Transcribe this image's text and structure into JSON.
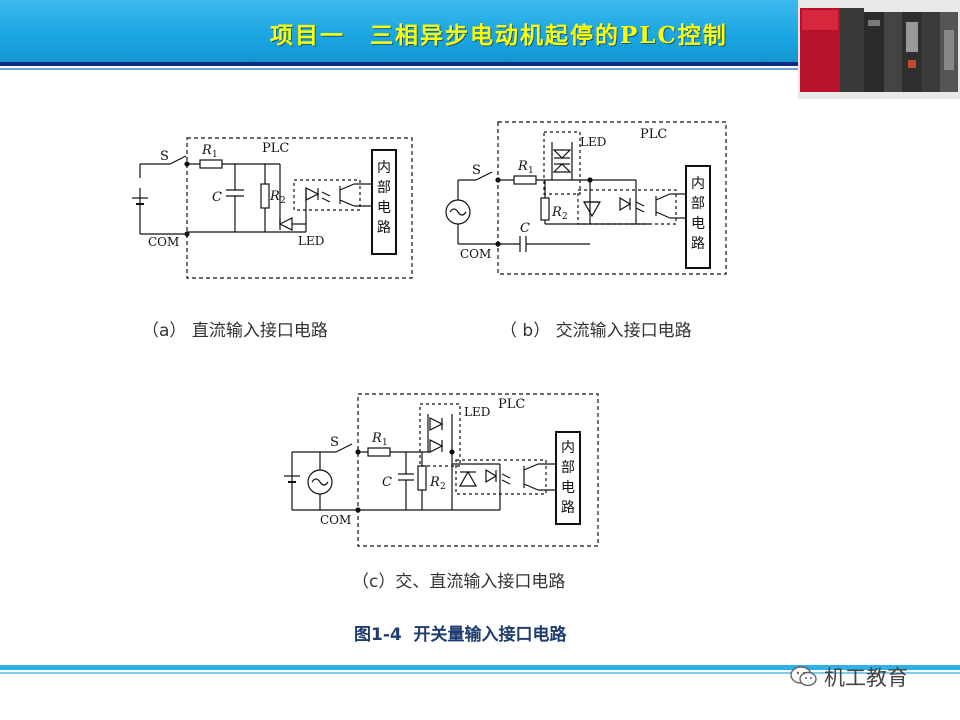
{
  "header": {
    "title": "项目一　三相异步电动机起停的PLC控制"
  },
  "circuits": {
    "a": {
      "caption": "（a） 直流输入接口电路",
      "plc": "PLC",
      "switch": "S",
      "r1": "R",
      "r1_sub": "1",
      "r2": "R",
      "r2_sub": "2",
      "cap": "C",
      "led": "LED",
      "com": "COM",
      "internal": [
        "内",
        "部",
        "电",
        "路"
      ]
    },
    "b": {
      "caption": "（ b） 交流输入接口电路",
      "plc": "PLC",
      "switch": "S",
      "r1": "R",
      "r1_sub": "1",
      "r2": "R",
      "r2_sub": "2",
      "cap": "C",
      "led": "LED",
      "com": "COM",
      "internal": [
        "内",
        "部",
        "电",
        "路"
      ]
    },
    "c": {
      "caption": "（c）交、直流输入接口电路",
      "plc": "PLC",
      "switch": "S",
      "r1": "R",
      "r1_sub": "1",
      "r2": "R",
      "r2_sub": "2",
      "cap": "C",
      "led": "LED",
      "com": "COM",
      "internal": [
        "内",
        "部",
        "电",
        "路"
      ]
    }
  },
  "figure": {
    "title": "图1-4  开关量输入接口电路"
  },
  "watermark": {
    "text": "机工教育"
  },
  "colors": {
    "header_bg": "#1aa5e2",
    "header_title": "#ffff00",
    "figure_title": "#1f3d6e",
    "accent_bar": "#2cb2e6"
  }
}
